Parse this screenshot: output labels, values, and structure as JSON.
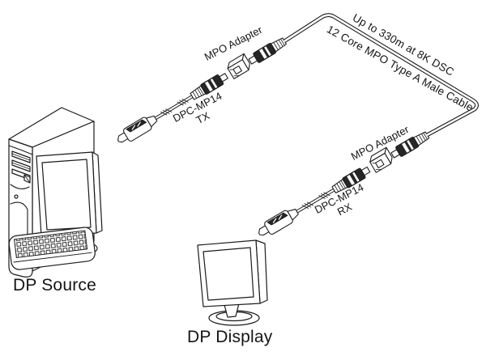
{
  "colors": {
    "ink": "#1a1a1a",
    "background": "#ffffff"
  },
  "source_device": {
    "label": "DP Source",
    "icon": "computer-tower-monitor-keyboard"
  },
  "display_device": {
    "label": "DP Display",
    "icon": "monitor"
  },
  "tx_assembly": {
    "model": "DPC-MP14",
    "role": "TX",
    "adapter_label": "MPO Adapter"
  },
  "rx_assembly": {
    "model": "DPC-MP14",
    "role": "RX",
    "adapter_label": "MPO Adapter"
  },
  "trunk_cable": {
    "spec_line1": "Up to 330m at 8K DSC",
    "spec_line2": "12 Core MPO Type A Male Cable"
  }
}
